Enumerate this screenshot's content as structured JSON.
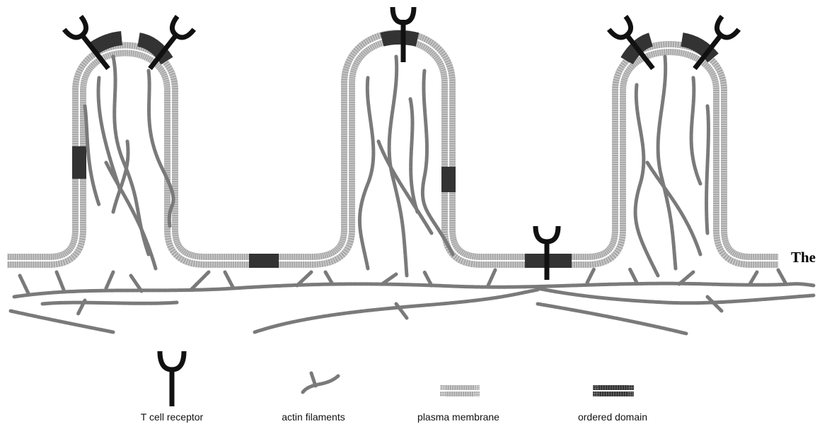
{
  "legend": {
    "receptor": "T cell receptor",
    "actin": "actin filaments",
    "membrane": "plasma membrane",
    "ordered": "ordered domain"
  },
  "side_text": "The",
  "colors": {
    "membrane": "#a8a8a8",
    "ordered": "#333333",
    "actin": "#7a7a7a",
    "receptor": "#111111"
  }
}
